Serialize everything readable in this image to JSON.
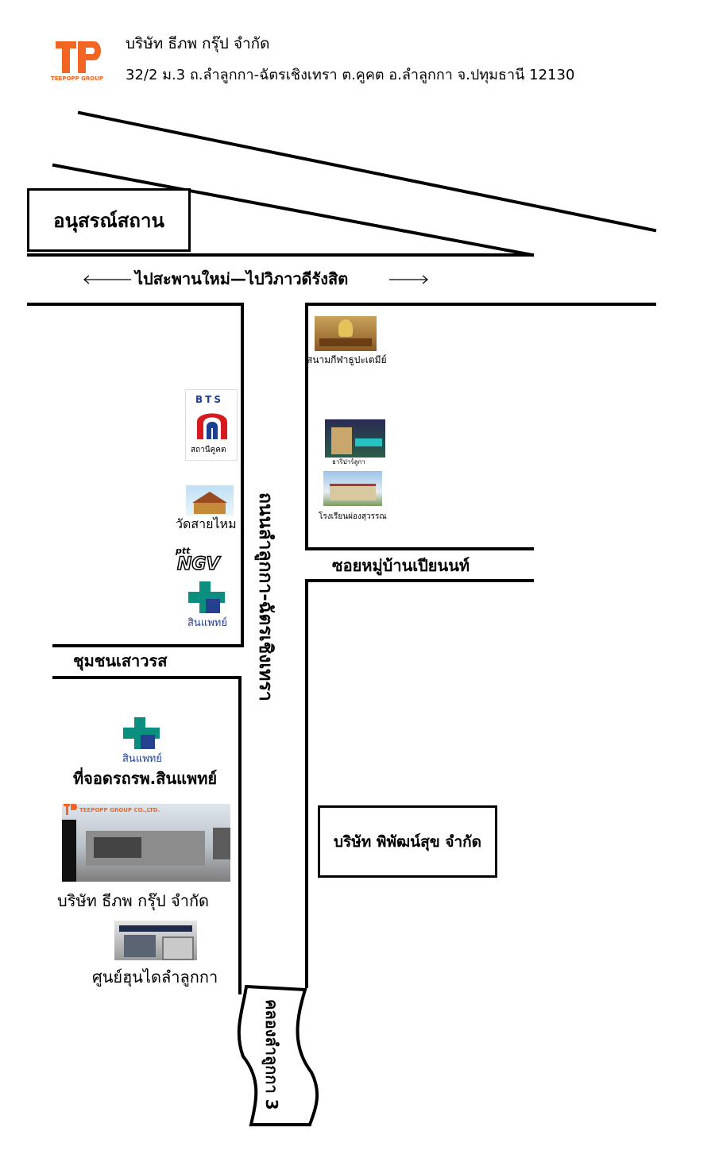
{
  "header": {
    "company_name": "บริษัท ธีภพ กรุ๊ป จำกัด",
    "address": "32/2 ม.3 ถ.ลำลูกกา-ฉัตรเชิงเทรา ต.คูคต อ.ลำลูกกา จ.ปทุมธานี 12130",
    "logo_text": "TEEPOPP GROUP",
    "logo_letters": "TP"
  },
  "landmarks": {
    "monument": "อนุสรณ์สถาน",
    "direction": "ไปสะพานใหม่—ไปวิภาวดีรังสิต",
    "main_road": "ถนนลำลูกกา-ฉัตรเชิงเทรา",
    "soi": "ซอยหมู่บ้านเปียนนท์",
    "community": "ชุมชนเสาวรส",
    "canal": "คลองลำลูกกา 3",
    "stadium": "สนามกีฬาธูปะเตมีย์",
    "school_small": "ธาริปาร์ลูกา",
    "school": "โรงเรียนผ่องสุวรรณ",
    "bts_logo": "BTS",
    "bts_station": "สถานีคูคต",
    "temple": "วัดสายไหม",
    "ptt_logo": "ptt",
    "ngv_logo": "NGV",
    "hospital_logo": "สินแพทย์",
    "hospital_parking": "ที่จอดรถรพ.สินแพทย์",
    "company_photo_label": "TEEPOPP GROUP CO.,LTD.",
    "company_label": "บริษัท ธีภพ กรุ๊ป จำกัด",
    "honda": "ศูนย์ฮุนไดลำลูกกา",
    "neighbor_company": "บริษัท พิพัฒน์สุข จำกัด"
  },
  "colors": {
    "logo_orange": "#f26522",
    "bts_red": "#d71920",
    "bts_blue": "#1d3f8f",
    "hospital_green": "#0a8f7e",
    "hospital_blue": "#24408e"
  }
}
